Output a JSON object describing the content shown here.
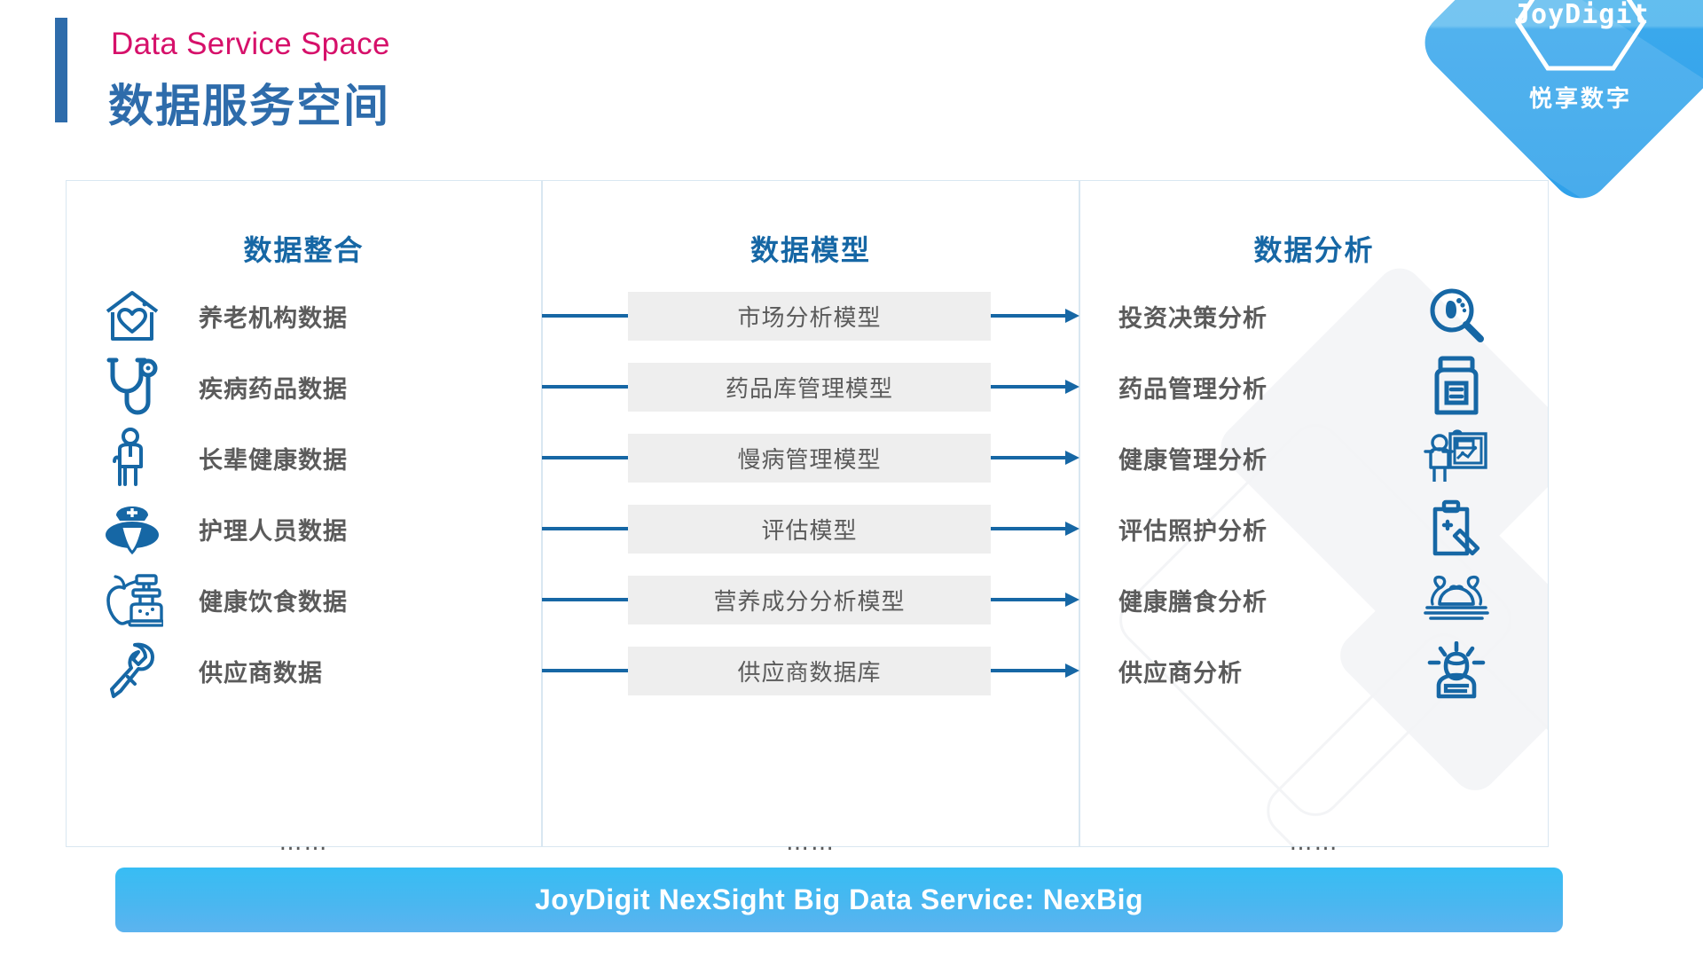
{
  "header": {
    "eyebrow": "Data Service Space",
    "title": "数据服务空间"
  },
  "logo": {
    "name": "JoyDigit",
    "subtitle": "悦享数字",
    "brand_color": "#3aa8ec"
  },
  "panels": {
    "left": {
      "title": "数据整合",
      "items": [
        {
          "icon": "home-heart-icon",
          "label": "养老机构数据"
        },
        {
          "icon": "stethoscope-icon",
          "label": "疾病药品数据"
        },
        {
          "icon": "elderly-cane-icon",
          "label": "长辈健康数据"
        },
        {
          "icon": "nurse-icon",
          "label": "护理人员数据"
        },
        {
          "icon": "apple-blender-icon",
          "label": "健康饮食数据"
        },
        {
          "icon": "wrench-icon",
          "label": "供应商数据"
        }
      ],
      "more": "……"
    },
    "middle": {
      "title": "数据模型",
      "items": [
        {
          "label": "市场分析模型"
        },
        {
          "label": "药品库管理模型"
        },
        {
          "label": "慢病管理模型"
        },
        {
          "label": "评估模型"
        },
        {
          "label": "营养成分分析模型"
        },
        {
          "label": "供应商数据库"
        }
      ],
      "more": "……"
    },
    "right": {
      "title": "数据分析",
      "items": [
        {
          "icon": "footprint-search-icon",
          "label": "投资决策分析"
        },
        {
          "icon": "pill-bottle-icon",
          "label": "药品管理分析"
        },
        {
          "icon": "presenter-chart-icon",
          "label": "健康管理分析"
        },
        {
          "icon": "clipboard-pen-icon",
          "label": "评估照护分析"
        },
        {
          "icon": "food-platter-icon",
          "label": "健康膳食分析"
        },
        {
          "icon": "supplier-person-icon",
          "label": "供应商分析"
        }
      ],
      "more": "……"
    }
  },
  "banner": {
    "text": "JoyDigit NexSight Big Data Service: NexBig",
    "color": "#41baf2"
  },
  "colors": {
    "accent_blue": "#1667a5",
    "title_blue": "#2e6cab",
    "magenta": "#d6106a",
    "label_gray": "#5b5b5b",
    "box_gray": "#eeeeee",
    "panel_border": "#d9e7f1"
  }
}
